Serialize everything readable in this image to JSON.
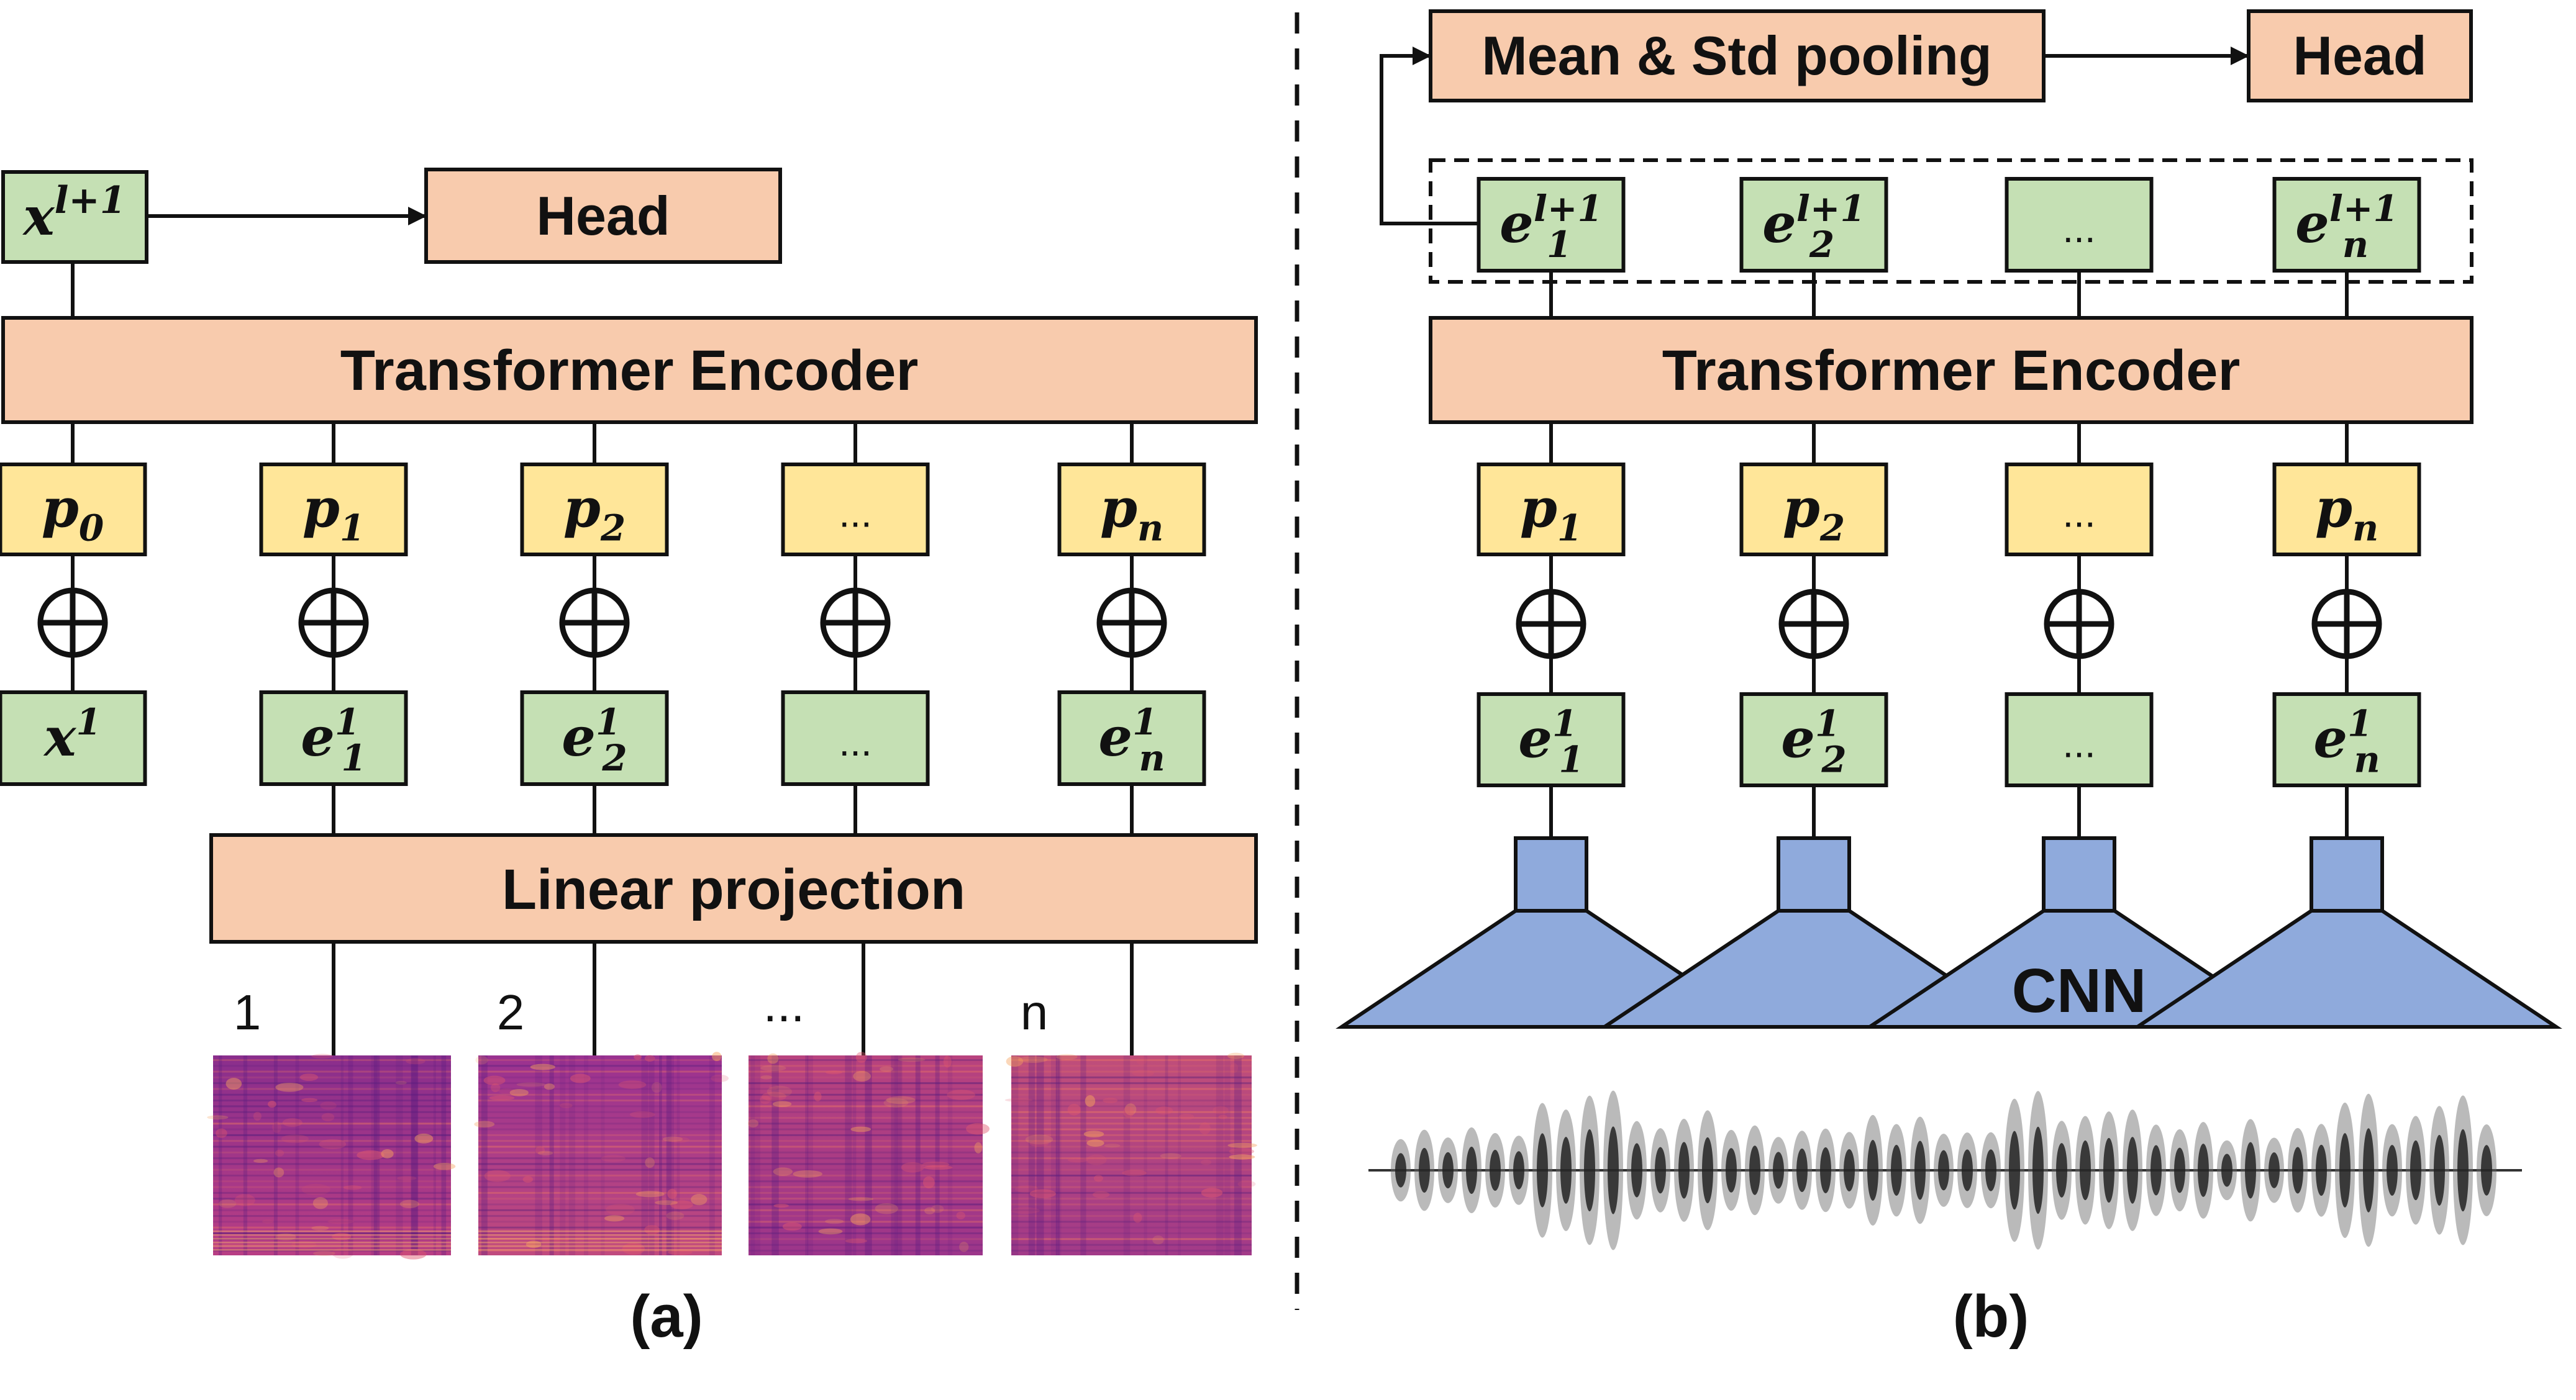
{
  "panel_a": {
    "caption": "(a)",
    "head_label": "Head",
    "encoder_label": "Transformer Encoder",
    "projection_label": "Linear projection",
    "output_token": {
      "base": "x",
      "sup": "l+1"
    },
    "positions": [
      {
        "base": "p",
        "sub": "0"
      },
      {
        "base": "p",
        "sub": "1"
      },
      {
        "base": "p",
        "sub": "2"
      },
      {
        "text": "..."
      },
      {
        "base": "p",
        "sub": "n"
      }
    ],
    "inputs": [
      {
        "base": "x",
        "sup": "1"
      },
      {
        "base": "e",
        "sup": "1",
        "sub": "1"
      },
      {
        "base": "e",
        "sup": "1",
        "sub": "2"
      },
      {
        "text": "..."
      },
      {
        "base": "e",
        "sup": "1",
        "sub": "n"
      }
    ],
    "patch_labels": [
      "1",
      "2",
      "...",
      "n"
    ]
  },
  "panel_b": {
    "caption": "(b)",
    "pooling_label": "Mean & Std pooling",
    "head_label": "Head",
    "encoder_label": "Transformer Encoder",
    "cnn_label": "CNN",
    "outputs": [
      {
        "base": "e",
        "sup": "l+1",
        "sub": "1"
      },
      {
        "base": "e",
        "sup": "l+1",
        "sub": "2"
      },
      {
        "text": "..."
      },
      {
        "base": "e",
        "sup": "l+1",
        "sub": "n"
      }
    ],
    "positions": [
      {
        "base": "p",
        "sub": "1"
      },
      {
        "base": "p",
        "sub": "2"
      },
      {
        "text": "..."
      },
      {
        "base": "p",
        "sub": "n"
      }
    ],
    "inputs": [
      {
        "base": "e",
        "sup": "1",
        "sub": "1"
      },
      {
        "base": "e",
        "sup": "1",
        "sub": "2"
      },
      {
        "text": "..."
      },
      {
        "base": "e",
        "sup": "1",
        "sub": "n"
      }
    ]
  },
  "colors": {
    "salmon": "#F8CBAD",
    "green": "#C5E0B4",
    "yellow": "#FFE699",
    "cnn_blue": "#8FAADC"
  }
}
